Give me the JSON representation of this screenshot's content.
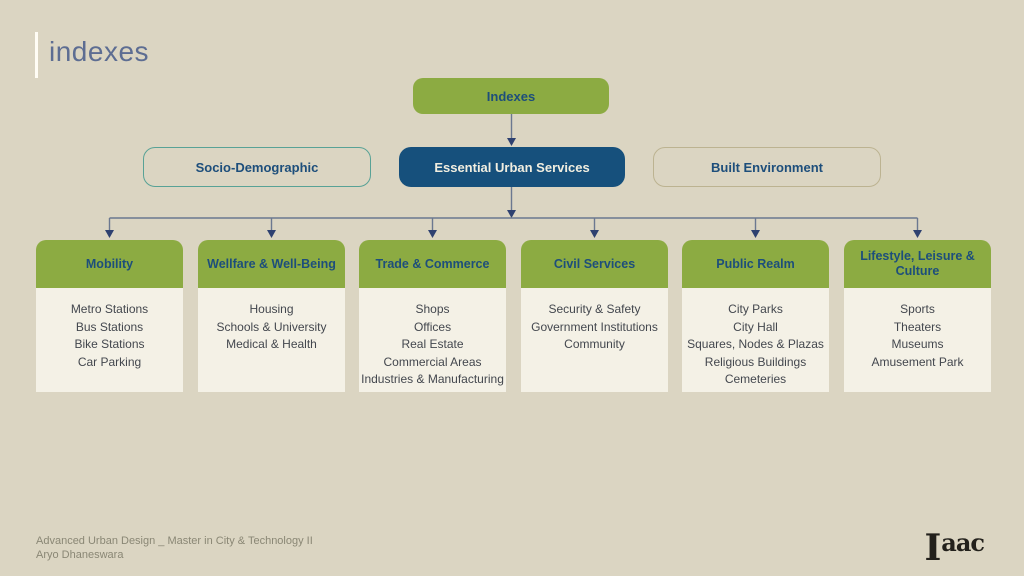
{
  "slide": {
    "title": "indexes",
    "footer": {
      "line1": "Advanced Urban Design _ Master in City & Technology II",
      "line2": "Aryo Dhaneswara"
    },
    "logo": {
      "big": "I",
      "small": "aac"
    }
  },
  "tree": {
    "root": {
      "label": "Indexes"
    },
    "level2": [
      {
        "label": "Socio-Demographic"
      },
      {
        "label": "Essential Urban Services"
      },
      {
        "label": "Built Environment"
      }
    ],
    "categories": [
      {
        "label": "Mobility",
        "items": [
          "Metro Stations",
          "Bus Stations",
          "Bike Stations",
          "Car Parking"
        ]
      },
      {
        "label": "Wellfare & Well-Being",
        "items": [
          "Housing",
          "Schools & University",
          "Medical & Health"
        ]
      },
      {
        "label": "Trade & Commerce",
        "items": [
          "Shops",
          "Offices",
          "Real Estate",
          "Commercial Areas",
          "Industries & Manufacturing"
        ]
      },
      {
        "label": "Civil Services",
        "items": [
          "Security & Safety",
          "Government Institutions",
          "Community"
        ]
      },
      {
        "label": "Public Realm",
        "items": [
          "City Parks",
          "City Hall",
          "Squares, Nodes & Plazas",
          "Religious Buildings",
          "Cemeteries"
        ]
      },
      {
        "label": "Lifestyle, Leisure & Culture",
        "items": [
          "Sports",
          "Theaters",
          "Museums",
          "Amusement Park"
        ]
      }
    ]
  },
  "colors": {
    "bg": "#dbd5c2",
    "green": "#8cab42",
    "navy-fill": "#16507c",
    "navy-text": "#1d4e7b",
    "teal-border": "#58a296",
    "tan-border": "#bcb391",
    "card-body": "#f4f1e6",
    "body-text": "#43474e",
    "line": "#6b7890",
    "arrow": "#2e4170",
    "footer-text": "#8a8775",
    "title-text": "#5d6d92",
    "logo-text": "#23211c",
    "bar": "#fffdf5",
    "on-navy-text": "#f1eee0"
  }
}
